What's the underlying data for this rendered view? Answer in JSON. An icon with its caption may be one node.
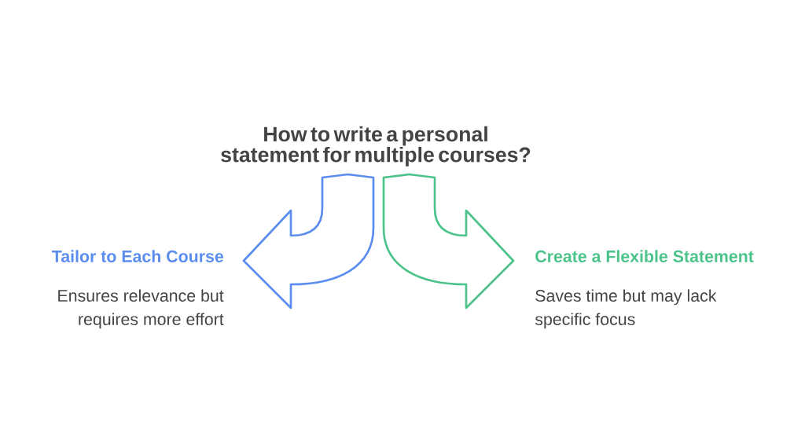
{
  "diagram": {
    "nodes": [
      {
        "text": [
          "How to write a personal statement for multiple courses?"
        ]
      },
      {
        "text": [
          "Tailor to Each Course",
          "Ensures relevance but requires more effort"
        ]
      },
      {
        "text": [
          "Create a Flexible Statement",
          "Saves time but may lack specific focus"
        ]
      }
    ],
    "edges": [
      {
        "from": 0,
        "to": 1,
        "arrow": "to",
        "color": "#5b8def"
      },
      {
        "from": 0,
        "to": 2,
        "arrow": "to",
        "color": "#4cc38a"
      }
    ]
  }
}
